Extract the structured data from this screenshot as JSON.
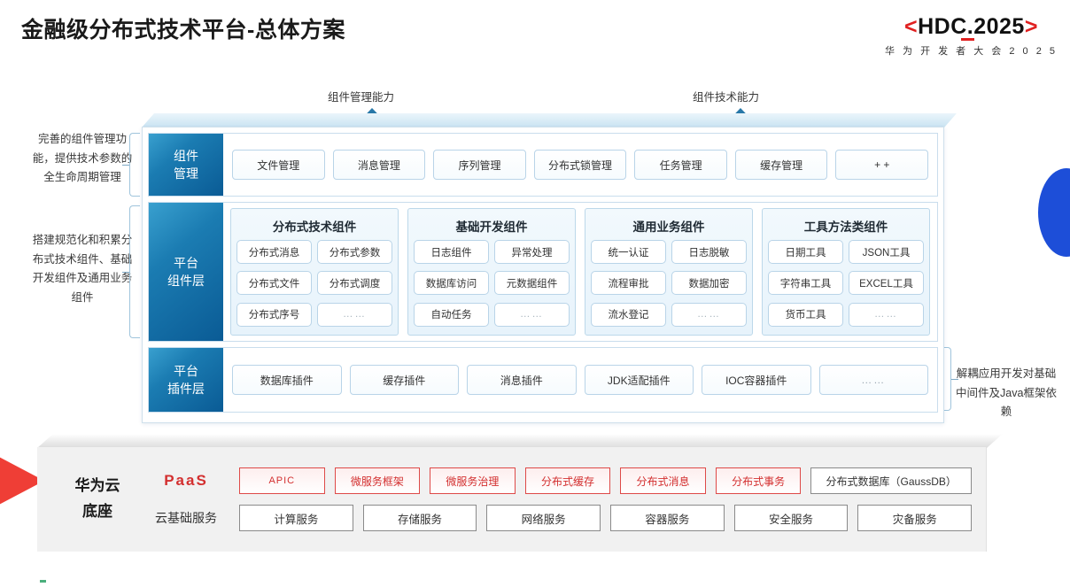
{
  "header": {
    "title": "金融级分布式技术平台-总体方案",
    "logo_main_left": "<",
    "logo_main_text": "HDC.2025",
    "logo_main_right": ">",
    "logo_sub": "华 为 开 发 者 大 会 2 0 2 5",
    "accent_red": "#e02020"
  },
  "arrows": [
    {
      "label": "组件管理能力"
    },
    {
      "label": "组件技术能力"
    }
  ],
  "side_notes": {
    "left_1": "完善的组件管理功能，提供技术参数的全生命周期管理",
    "left_2": "搭建规范化和积累分布式技术组件、基础开发组件及通用业务组件",
    "right_1": "解耦应用开发对基础中间件及Java框架依赖"
  },
  "layers": {
    "management": {
      "label_line1": "组件",
      "label_line2": "管理",
      "items": [
        "文件管理",
        "消息管理",
        "序列管理",
        "分布式锁管理",
        "任务管理",
        "缓存管理",
        "+ +"
      ]
    },
    "components": {
      "label_line1": "平台",
      "label_line2": "组件层",
      "groups": [
        {
          "title": "分布式技术组件",
          "cells": [
            "分布式消息",
            "分布式参数",
            "分布式文件",
            "分布式调度",
            "分布式序号",
            "……"
          ]
        },
        {
          "title": "基础开发组件",
          "cells": [
            "日志组件",
            "异常处理",
            "数据库访问",
            "元数据组件",
            "自动任务",
            "……"
          ]
        },
        {
          "title": "通用业务组件",
          "cells": [
            "统一认证",
            "日志脱敏",
            "流程审批",
            "数据加密",
            "流水登记",
            "……"
          ]
        },
        {
          "title": "工具方法类组件",
          "cells": [
            "日期工具",
            "JSON工具",
            "字符串工具",
            "EXCEL工具",
            "货币工具",
            "……"
          ]
        }
      ]
    },
    "plugins": {
      "label_line1": "平台",
      "label_line2": "插件层",
      "items": [
        "数据库插件",
        "缓存插件",
        "消息插件",
        "JDK适配插件",
        "IOC容器插件",
        "……"
      ]
    }
  },
  "base": {
    "title_line1": "华为云",
    "title_line2": "底座",
    "paas_label": "PaaS",
    "cloud_label": "云基础服务",
    "paas_items": [
      {
        "text": "APIC",
        "style": "red"
      },
      {
        "text": "微服务框架",
        "style": "red"
      },
      {
        "text": "微服务治理",
        "style": "red"
      },
      {
        "text": "分布式缓存",
        "style": "red"
      },
      {
        "text": "分布式消息",
        "style": "red"
      },
      {
        "text": "分布式事务",
        "style": "red"
      },
      {
        "text": "分布式数据库（GaussDB）",
        "style": "gray"
      }
    ],
    "cloud_items": [
      "计算服务",
      "存储服务",
      "网络服务",
      "容器服务",
      "安全服务",
      "灾备服务"
    ]
  }
}
